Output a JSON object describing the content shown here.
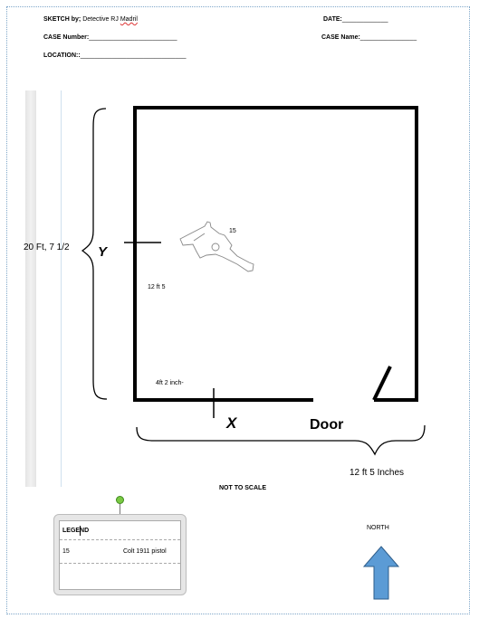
{
  "header": {
    "sketch_by_label": "SKETCH by;",
    "sketch_by_value": "Detective RJ",
    "sketch_by_name": "Madril",
    "date_label": "DATE:",
    "date_blank": "_____________",
    "case_number_label": "CASE Number:",
    "case_number_blank": "_________________________",
    "case_name_label": "CASE Name:",
    "case_name_blank": "________________",
    "location_label": "LOCATION::",
    "location_blank": "______________________________"
  },
  "sketch": {
    "y_axis_label": "Y",
    "x_axis_label": "X",
    "door_label": "Door",
    "height_dimension": "20 Ft, 7 1/2",
    "width_dimension": "12 ft 5 Inches",
    "evidence_number": "15",
    "y_measure": "12 ft 5",
    "x_measure": "4ft 2 inch-",
    "not_to_scale": "NOT TO SCALE"
  },
  "legend": {
    "title": "LEGEND",
    "rows": [
      {
        "id": "15",
        "description": "Colt 1911 pistol"
      }
    ]
  },
  "compass": {
    "label": "NORTH",
    "arrow_color": "#5b9bd5"
  }
}
